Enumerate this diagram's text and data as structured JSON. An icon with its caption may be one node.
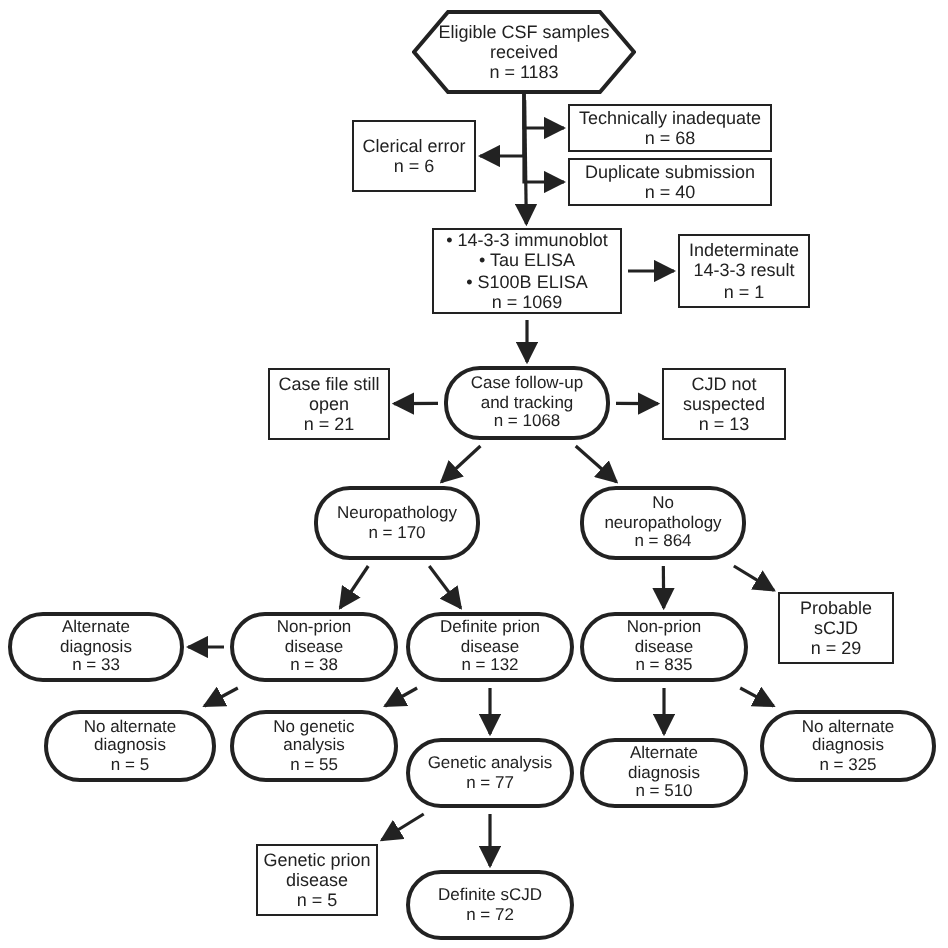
{
  "diagram": {
    "nodes": [
      {
        "text": [
          "Eligible CSF samples received",
          "n = 1183"
        ]
      },
      {
        "text": [
          "Clerical error",
          "n = 6"
        ]
      },
      {
        "text": [
          "Technically inadequate",
          "n = 68"
        ]
      },
      {
        "text": [
          "Duplicate submission",
          "n = 40"
        ]
      },
      {
        "text": [
          "• 14-3-3 immunoblot",
          "• Tau ELISA",
          "• S100B ELISA",
          "n = 1069"
        ]
      },
      {
        "text": [
          "Indeterminate 14-3-3 result",
          "n = 1"
        ]
      },
      {
        "text": [
          "Case file still open",
          "n = 21"
        ]
      },
      {
        "text": [
          "Case follow-up and tracking",
          "n = 1068"
        ]
      },
      {
        "text": [
          "CJD not suspected",
          "n = 13"
        ]
      },
      {
        "text": [
          "Neuropathology",
          "n = 170"
        ]
      },
      {
        "text": [
          "No neuropathology",
          "n = 864"
        ]
      },
      {
        "text": [
          "Alternate diagnosis",
          "n = 33"
        ]
      },
      {
        "text": [
          "Non-prion disease",
          "n = 38"
        ]
      },
      {
        "text": [
          "Definite prion disease",
          "n = 132"
        ]
      },
      {
        "text": [
          "Non-prion disease",
          "n = 835"
        ]
      },
      {
        "text": [
          "Probable sCJD",
          "n = 29"
        ]
      },
      {
        "text": [
          "No alternate diagnosis",
          "n = 5"
        ]
      },
      {
        "text": [
          "No genetic analysis",
          "n = 55"
        ]
      },
      {
        "text": [
          "Genetic analysis",
          "n = 77"
        ]
      },
      {
        "text": [
          "Alternate diagnosis",
          "n = 510"
        ]
      },
      {
        "text": [
          "No alternate diagnosis",
          "n = 325"
        ]
      },
      {
        "text": [
          "Genetic prion disease",
          "n = 5"
        ]
      },
      {
        "text": [
          "Definite sCJD",
          "n = 72"
        ]
      }
    ],
    "edges": [
      {
        "from": 0,
        "to": 1,
        "arrow": "to"
      },
      {
        "from": 0,
        "to": 2,
        "arrow": "to"
      },
      {
        "from": 0,
        "to": 3,
        "arrow": "to"
      },
      {
        "from": 0,
        "to": 4,
        "arrow": "to"
      },
      {
        "from": 4,
        "to": 5,
        "arrow": "to"
      },
      {
        "from": 4,
        "to": 7,
        "arrow": "to"
      },
      {
        "from": 7,
        "to": 6,
        "arrow": "to"
      },
      {
        "from": 7,
        "to": 8,
        "arrow": "to"
      },
      {
        "from": 7,
        "to": 9,
        "arrow": "to"
      },
      {
        "from": 7,
        "to": 10,
        "arrow": "to"
      },
      {
        "from": 9,
        "to": 12,
        "arrow": "to"
      },
      {
        "from": 9,
        "to": 13,
        "arrow": "to"
      },
      {
        "from": 10,
        "to": 14,
        "arrow": "to"
      },
      {
        "from": 10,
        "to": 15,
        "arrow": "to"
      },
      {
        "from": 12,
        "to": 11,
        "arrow": "to"
      },
      {
        "from": 12,
        "to": 16,
        "arrow": "to"
      },
      {
        "from": 13,
        "to": 17,
        "arrow": "to"
      },
      {
        "from": 13,
        "to": 18,
        "arrow": "to"
      },
      {
        "from": 14,
        "to": 19,
        "arrow": "to"
      },
      {
        "from": 14,
        "to": 20,
        "arrow": "to"
      },
      {
        "from": 18,
        "to": 21,
        "arrow": "to"
      },
      {
        "from": 18,
        "to": 22,
        "arrow": "to"
      }
    ]
  }
}
